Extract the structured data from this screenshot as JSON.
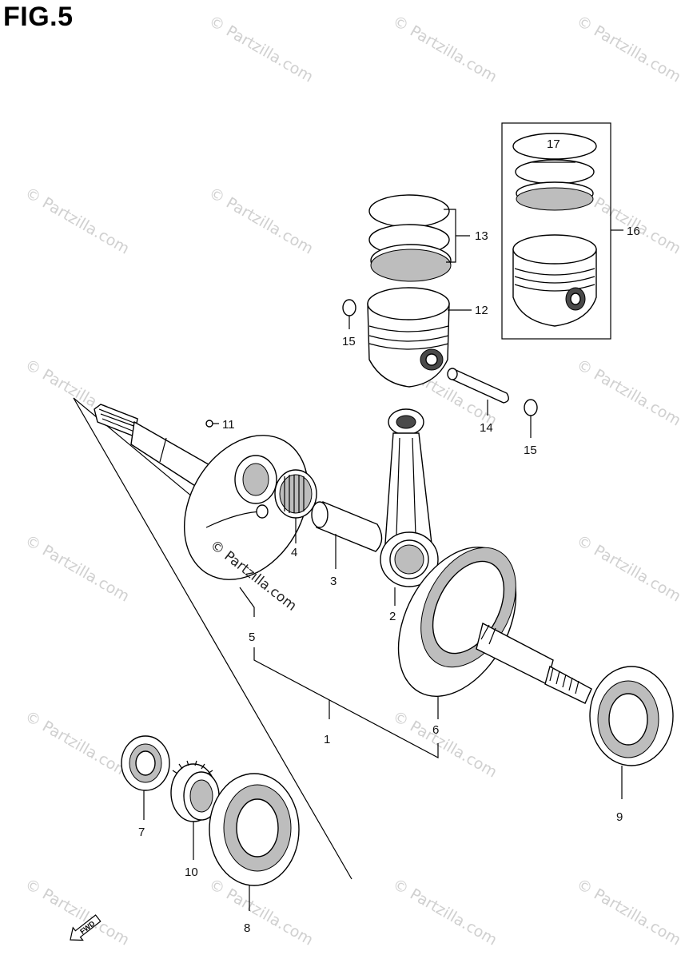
{
  "figure": {
    "title": "FIG.5"
  },
  "watermark": {
    "text": "© Partzilla.com"
  },
  "callouts": {
    "p1": "1",
    "p2": "2",
    "p3": "3",
    "p4": "4",
    "p5": "5",
    "p6": "6",
    "p7": "7",
    "p8": "8",
    "p9": "9",
    "p10": "10",
    "p11": "11",
    "p12": "12",
    "p13": "13",
    "p14": "14",
    "p15a": "15",
    "p15b": "15",
    "p16": "16",
    "p17": "17"
  },
  "fwd": {
    "label": "FWD"
  }
}
